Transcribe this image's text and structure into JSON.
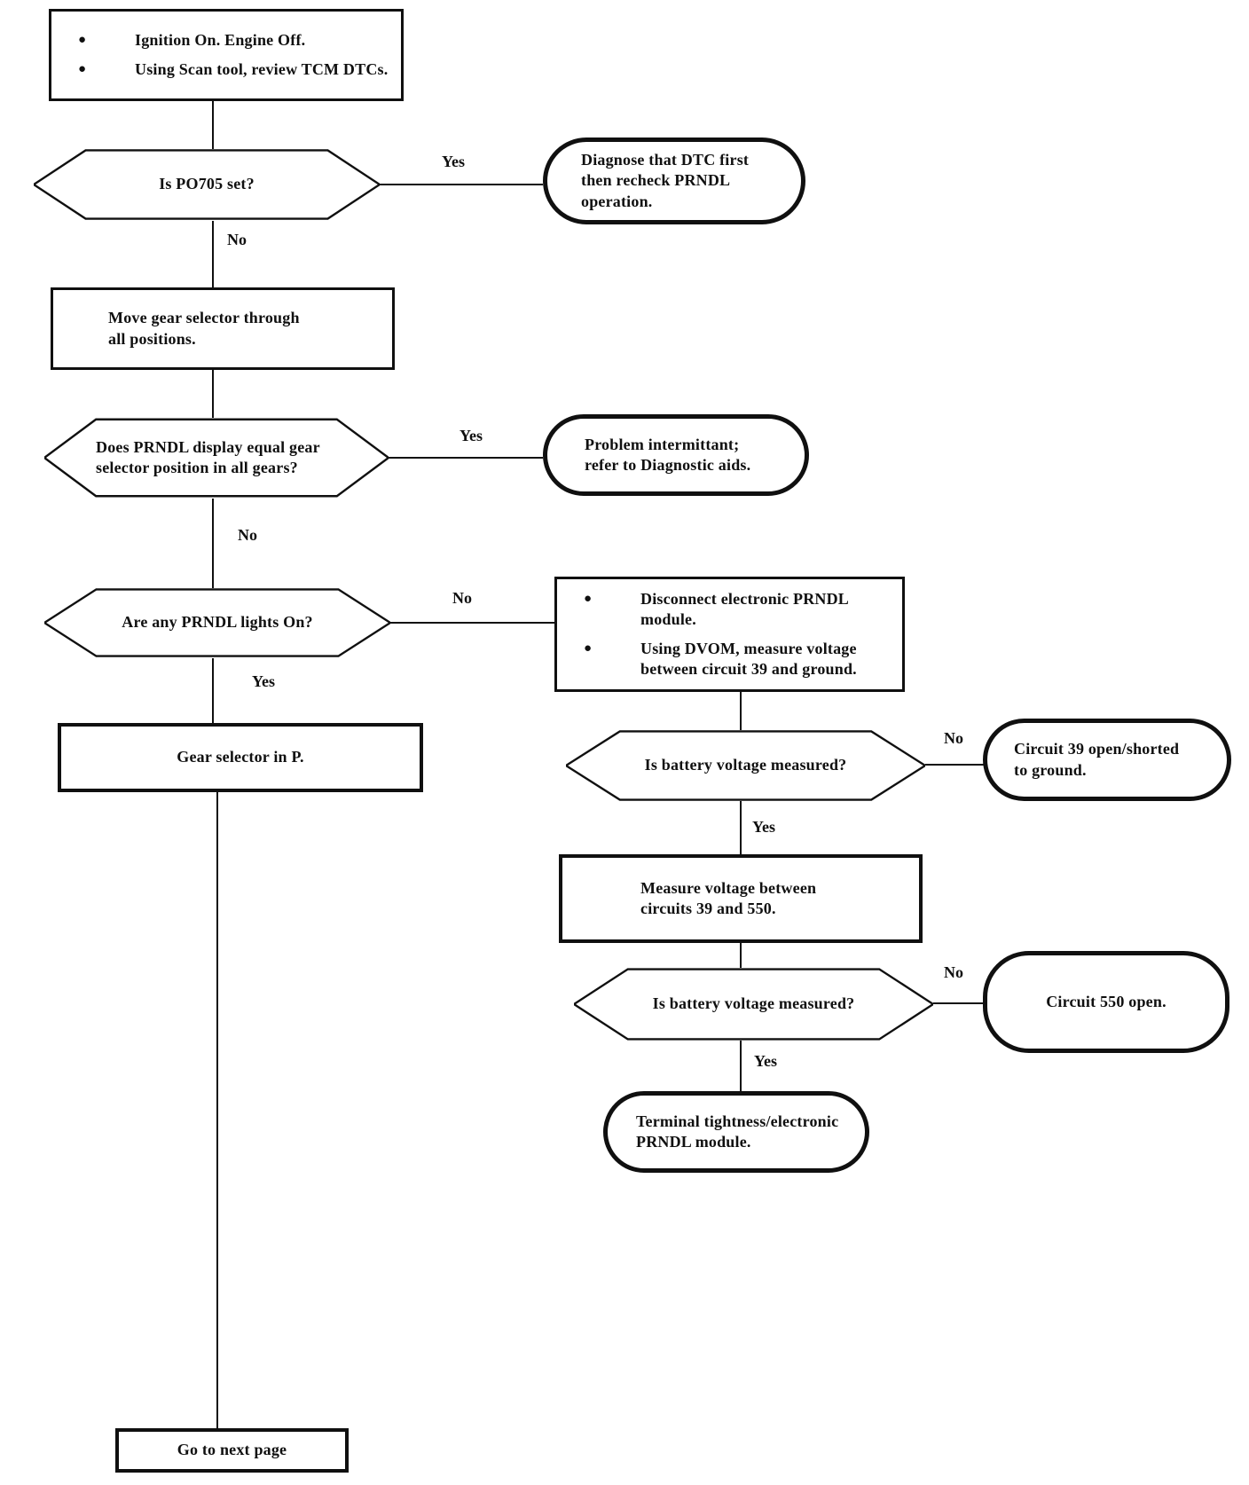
{
  "colors": {
    "ink": "#101010",
    "paper": "#ffffff"
  },
  "flowchart": {
    "nodes": {
      "start": {
        "items": [
          "Ignition On. Engine Off.",
          "Using Scan tool, review TCM DTCs."
        ]
      },
      "p0705": {
        "question": "Is PO705 set?",
        "yes_label": "Yes",
        "no_label": "No"
      },
      "diagnose_dtc": {
        "text": "Diagnose that DTC first\nthen recheck PRNDL\noperation."
      },
      "move_selector": {
        "text": "Move gear selector through\nall positions."
      },
      "display_equal": {
        "question": "Does PRNDL display equal gear\nselector position in all gears?",
        "yes_label": "Yes",
        "no_label": "No"
      },
      "intermittent": {
        "text": "Problem intermittant;\nrefer to Diagnostic aids."
      },
      "lights_on": {
        "question": "Are any PRNDL lights On?",
        "no_label": "No",
        "yes_label": "Yes"
      },
      "disconnect_module": {
        "items": [
          "Disconnect electronic PRNDL\nmodule.",
          "Using DVOM, measure voltage\nbetween circuit 39 and ground."
        ]
      },
      "gear_in_p": {
        "text": "Gear selector in P."
      },
      "battery_v_1": {
        "question": "Is battery voltage measured?",
        "no_label": "No",
        "yes_label": "Yes"
      },
      "circuit39": {
        "text": "Circuit 39 open/shorted\nto ground."
      },
      "measure_39_550": {
        "text": "Measure voltage between\ncircuits 39 and 550."
      },
      "battery_v_2": {
        "question": "Is battery voltage measured?",
        "no_label": "No",
        "yes_label": "Yes"
      },
      "circuit550": {
        "text": "Circuit 550 open."
      },
      "terminal_tightness": {
        "text": "Terminal tightness/electronic\nPRNDL module."
      },
      "next_page": {
        "text": "Go to next page"
      }
    }
  }
}
